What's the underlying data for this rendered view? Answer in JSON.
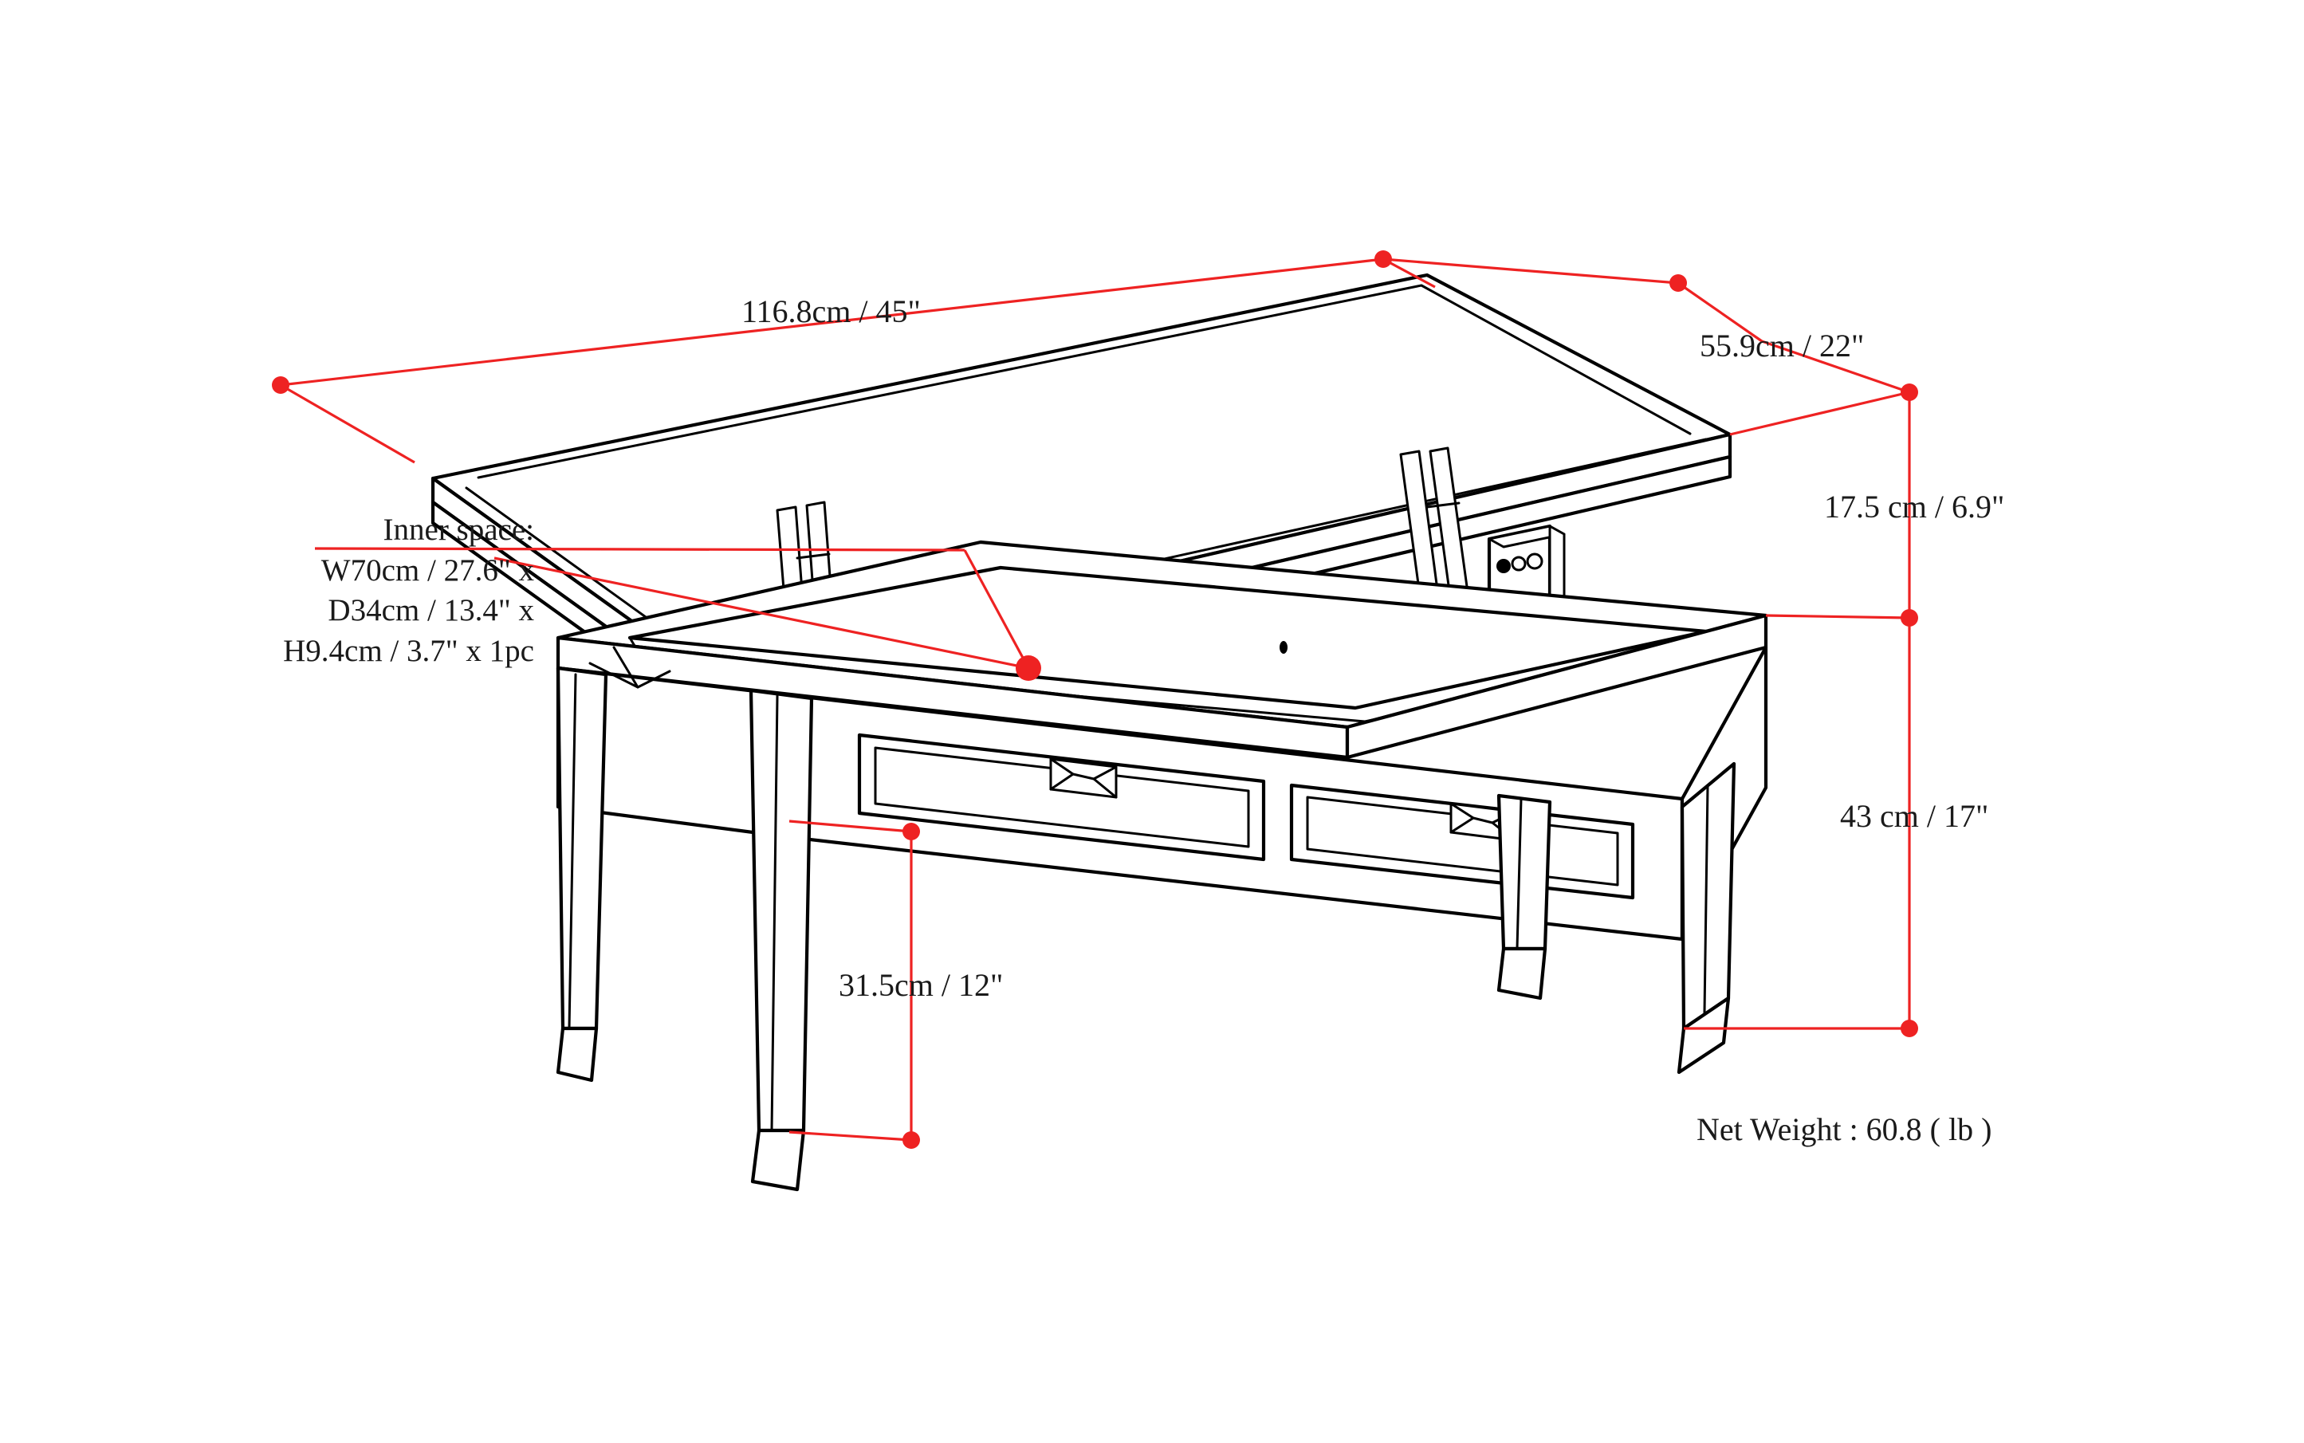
{
  "diagram": {
    "type": "furniture-dimension-drawing",
    "subject": "lift-top coffee table with two drawers",
    "line_color": "#000000",
    "dimension_color": "#ee2222",
    "background": "#ffffff",
    "text_color": "#1a1a1a"
  },
  "dimensions": {
    "width": {
      "label": "116.8cm / 45\"",
      "cm": 116.8,
      "inch": 45,
      "axis": "width"
    },
    "depth": {
      "label": "55.9cm / 22\"",
      "cm": 55.9,
      "inch": 22,
      "axis": "depth"
    },
    "lift_rise": {
      "label": "17.5 cm / 6.9\"",
      "cm": 17.5,
      "inch": 6.9,
      "axis": "height"
    },
    "table_height": {
      "label": "43 cm / 17\"",
      "cm": 43,
      "inch": 17,
      "axis": "height"
    },
    "clearance": {
      "label": "31.5cm / 12\"",
      "cm": 31.5,
      "inch": 12,
      "axis": "height"
    }
  },
  "inner_space": {
    "title": "Inner space:",
    "lines": [
      "W70cm / 27.6\" x",
      "D34cm / 13.4\" x",
      "H9.4cm / 3.7\" x 1pc"
    ],
    "width_cm": 70,
    "width_inch": 27.6,
    "depth_cm": 34,
    "depth_inch": 13.4,
    "height_cm": 9.4,
    "height_inch": 3.7,
    "quantity": "1pc"
  },
  "weight": {
    "label": "Net Weight : 60.8 ( lb )",
    "value": 60.8,
    "unit": "lb"
  },
  "parts": {
    "tabletop": "lift-top panel",
    "lift_mechanism": "scissor lift arms",
    "hardware_panel": "mounting plate with three fasteners",
    "drawer_left": "left drawer front",
    "drawer_right": "right drawer front",
    "pull_style": "rectangular bowtie drawer pull",
    "legs": "four tapered legs"
  }
}
